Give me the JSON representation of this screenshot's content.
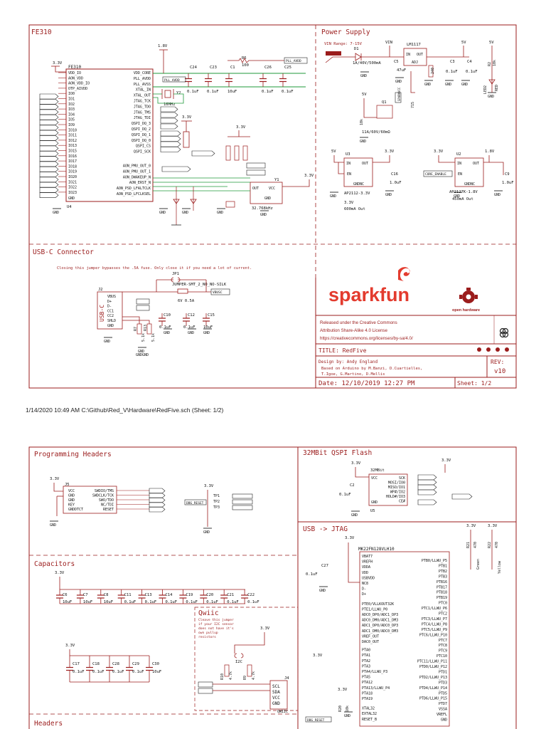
{
  "sheet1": {
    "frame_label": "FE310",
    "sections": {
      "fe310": "FE310",
      "power": "Power Supply",
      "usbc": "USB-C Connector"
    },
    "fe310_chip": {
      "ref": "FE310",
      "u": "U4",
      "left_pins": [
        "VDD_IO",
        "AON_VDD",
        "AON_VDD_IO",
        "OTP_AIVDD",
        "IO0",
        "IO1",
        "IO2",
        "IO3",
        "IO4",
        "IO5",
        "IO9",
        "IO10",
        "IO11",
        "IO12",
        "IO13",
        "IO15",
        "IO16",
        "IO17",
        "IO18",
        "IO19",
        "IO20",
        "IO21",
        "IO22",
        "IO23"
      ],
      "right_pins": [
        "VDD_CORE",
        "PLL_AVDD",
        "PLL_AVSS",
        "XTAL_IN",
        "XTAL_OUT",
        "JTAG_TCK",
        "JTAG_TDO",
        "JTAG_TMS",
        "JTAG_TDI",
        "QSPI_DQ_3",
        "QSPI_DQ_2",
        "QSPI_DQ_1",
        "QSPI_DQ_0",
        "QSPI_CS",
        "QSPI_SCK",
        "AON_PMU_OUT_0",
        "AON_PMU_OUT_1",
        "AON_DWAKEUP_N",
        "AON_ERST_N",
        "AON_PSD_LFALTCLK",
        "AON_PSD_LFCLKSEL"
      ],
      "gnd": "GND"
    },
    "rails": {
      "v33": "3.3V",
      "v18": "1.8V",
      "v5": "5V",
      "vin": "VIN"
    },
    "caps_top": [
      "C24",
      "C23",
      "C1",
      "C26",
      "C25"
    ],
    "cap_vals_top": [
      "0.1uF",
      "0.1uF",
      "10uF",
      "0.1uF",
      "0.1uF"
    ],
    "r_top": [
      "R6",
      "100"
    ],
    "pll_label": "PLL_AVDD",
    "crystal": {
      "ref": "Y2",
      "freq": "16MHz"
    },
    "osc": {
      "ref": "Y1",
      "freq": "32.768kHz",
      "pins": [
        "OUT",
        "VCC",
        "GND"
      ]
    },
    "power": {
      "vin_range": "VIN Range: 7-15V",
      "d1": "D1",
      "d1_val": "1A/40V/500mA",
      "reg": "LM1117",
      "reg_pins": [
        "IN",
        "OUT",
        "ADJ"
      ],
      "c4": "C4",
      "c4v": "0.1uF",
      "c5": "C5",
      "c5v": "47uF",
      "c3": "C3",
      "c3v": "0.1uF",
      "r3": "R3",
      "r3v": "240",
      "r2": "R2",
      "r2v": "10k",
      "led2": "LED2",
      "led2c": "RED",
      "q1": "Q1",
      "q1v": "11A/60V/60mΩ",
      "r4": "R4",
      "r4v": "10k",
      "r5": "R5",
      "r5v": "715",
      "u3": "U3",
      "u3v": "AP2112-3.3V",
      "u3d": "3.3V",
      "u3d2": "600mA Out",
      "u3pins": [
        "IN",
        "OUT",
        "EN",
        "GNDNC"
      ],
      "c16": "C16",
      "c16v": "1.0uF",
      "u2": "U2",
      "u2v": "AP2127K-1.8V",
      "u2d": "450mA Out",
      "core_enable": "CORE_ENABLE",
      "c9": "C9",
      "c9v": "1.0uF",
      "sparkvcc": "SPARKVCC"
    },
    "usbc": {
      "note": "Closing this jumper bypasses the .5A fuse. Only close it if you need a lot of current.",
      "jp": "JP1",
      "jp_val": "JUMPER-SMT_2_NO_NO-SILK",
      "fuse": "6V 0.5A",
      "vusb": "VBUSC",
      "conn": "USB-C",
      "j": "J2",
      "pins": [
        "VBUS",
        "D+",
        "D-",
        "CC1",
        "CC2",
        "SHLD",
        "GND"
      ],
      "caps": [
        "C10",
        "C12",
        "C15"
      ],
      "capv": [
        "0.1uF",
        "0.1uF",
        "10uF"
      ],
      "r_a": "R7",
      "r_av": "5.1k",
      "r_b": "R13",
      "r_bv": "5.1k",
      "gnd": "GNDGND"
    },
    "logo": {
      "brand": "sparkfun",
      "oshw": "open hardware"
    },
    "license": [
      "Released under the Creative Commons",
      "Attribution Share-Alike 4.0 License",
      "https://creativecommons.org/licenses/by-sa/4.0/"
    ],
    "title": "TITLE: RedFive",
    "design_by": "Design by: Andy England",
    "based_on": "Based on Arduino by M.Banzi, D.Cuartielles,",
    "based_on2": "T.Igoe, G.Martino, D.Mellis",
    "rev_label": "REV:",
    "rev": "v10",
    "date": "Date: 12/10/2019 12:27 PM",
    "sheet": "Sheet: 1/2"
  },
  "footer": "1/14/2020 10:49 AM  C:\\Github\\Red_V\\Hardware\\RedFive.sch (Sheet: 1/2)",
  "sheet2": {
    "sections": {
      "prog": "Programming Headers",
      "flash": "32MBit QSPI Flash",
      "caps": "Capacitors",
      "jtag": "USB -> JTAG",
      "headers": "Headers",
      "qwiic": "Qwiic"
    },
    "j5": "J5",
    "j5_pins": [
      "VCC",
      "GND",
      "GND",
      "KEY",
      "GNDDTCT"
    ],
    "j5_pins_r": [
      "SWDIO/TMS",
      "SWDCLK/TCK",
      "SWO/TDO",
      "NC/TDI",
      "RESET"
    ],
    "dbg_reset": "DBG_RESET",
    "tp": [
      "TP1",
      "TP2",
      "TP3"
    ],
    "flash_chip": "32MBit",
    "flash_pins_l": [
      "VCC",
      "GND"
    ],
    "flash_pins_r": [
      "SCK",
      "MOSI/IO0",
      "MISO/IO1",
      "WP#/IO2",
      "HOLD#/IO3",
      "CE#"
    ],
    "u5": "U5",
    "c2": "C2",
    "c2v": "0.1uF",
    "caps_row1": [
      "C6",
      "C7",
      "C8",
      "C11",
      "C13",
      "C14",
      "C19",
      "C20",
      "C21",
      "C22"
    ],
    "caps_row1v": [
      "10uF",
      "10uF",
      "10uF",
      "0.1uF",
      "0.1uF",
      "0.1uF",
      "0.1uF",
      "0.1uF",
      "0.1uF",
      "0.1uF"
    ],
    "caps_row2": [
      "C17",
      "C18",
      "C28",
      "C29",
      "C30"
    ],
    "caps_row2v": [
      "0.1uF",
      "0.1uF",
      "0.1uF",
      "0.1uF",
      "10uF"
    ],
    "jtag_chip": "MK22FN128VLH10",
    "jtag_pins_l": [
      "VBAT7",
      "VREFH",
      "VDDA",
      "VDD",
      "USBVDD",
      "NC8",
      "D-",
      "D+",
      "PTE0/VLLKOUT32K",
      "PTE1/LLWU_P0",
      "ADC0_DP0/ADC1_DP3",
      "ADC0_DM0/ADC1_DM3",
      "ADC1_DP0/ADC0_DP3",
      "ADC1_DM0/ADC0_DM3",
      "VREF_OUT",
      "DAC0_OUT",
      "PTA0",
      "PTA1",
      "PTA2",
      "PTA3",
      "PTA4/LLWU_P3",
      "PTA5",
      "PTA12",
      "PTA13/LLWU_P4",
      "PTA18",
      "PTA19",
      "XTAL32",
      "EXTAL32",
      "RESET_B"
    ],
    "jtag_pins_r": [
      "PTB0/LLWU_P5",
      "PTB1",
      "PTB2",
      "PTB3",
      "PTB16",
      "PTB17",
      "PTB18",
      "PTB19",
      "PTC0",
      "PTC1/LLWU_P6",
      "PTC2",
      "PTC3/LLWU_P7",
      "PTC4/LLWU_P8",
      "PTC5/LLWU_P9",
      "PTC6/LLWU_P10",
      "PTC7",
      "PTC8",
      "PTC9",
      "PTC10",
      "PTC11/LLWU_P11",
      "PTD0/LLWU_P12",
      "PTD1",
      "PTD2/LLWU_P13",
      "PTD3",
      "PTD4/LLWU_P14",
      "PTD5",
      "PTD6/LLWU_P15",
      "PTD7",
      "VSSA",
      "VREFL",
      "GND"
    ],
    "c27": "C27",
    "c27v": "0.1uF",
    "led_g": "Green",
    "led_y": "Yellow",
    "r21": "R21",
    "r22": "R22",
    "r21v": "470",
    "r22v": "470",
    "qwiic_note": [
      "Cleave this jumper",
      "if your I2C sensor",
      "does not have it's",
      "own pullup",
      "resistors"
    ],
    "i2c": "I2C",
    "qw_r9": "R9",
    "qw_r10": "R10",
    "qw_rv": "4.7k",
    "j4": "J4",
    "j4_pins": [
      "SCL",
      "SDA",
      "VCC",
      "GND"
    ],
    "qw_conn": "QWIIC",
    "r20": "R20",
    "r20v": "10k"
  }
}
